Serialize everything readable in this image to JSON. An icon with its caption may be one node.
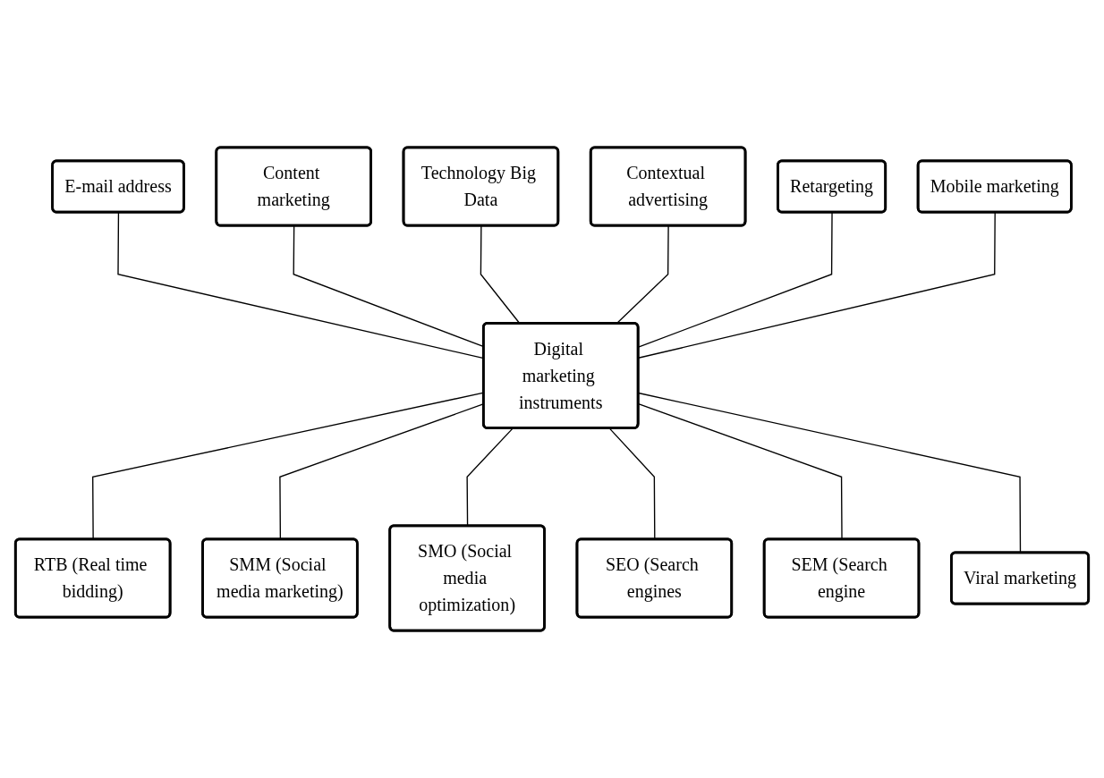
{
  "diagram": {
    "nodes": [
      {
        "text": [
          "Technology Big Data"
        ]
      },
      {
        "text": [
          "Contextual advertising"
        ]
      },
      {
        "text": [
          "Content marketing"
        ]
      },
      {
        "text": [
          "Retargeting"
        ]
      },
      {
        "text": [
          "E-mail address"
        ]
      },
      {
        "text": [
          "Digital marketing instruments"
        ]
      },
      {
        "text": [
          "Mobile marketing"
        ]
      },
      {
        "text": [
          "RTB (Real time bidding)"
        ]
      },
      {
        "text": [
          "Viral marketing"
        ]
      },
      {
        "text": [
          "SMM (Social media marketing)"
        ]
      },
      {
        "text": [
          "SMO (Social media optimization)"
        ]
      },
      {
        "text": [
          "SEO (Search engines"
        ]
      },
      {
        "text": [
          "SEM (Search engine"
        ]
      }
    ],
    "edges": [
      {
        "from": 4,
        "to": 5,
        "arrow": "none"
      },
      {
        "from": 2,
        "to": 5,
        "arrow": "none"
      },
      {
        "from": 0,
        "to": 5,
        "arrow": "none"
      },
      {
        "from": 1,
        "to": 5,
        "arrow": "none"
      },
      {
        "from": 3,
        "to": 5,
        "arrow": "none"
      },
      {
        "from": 6,
        "to": 5,
        "arrow": "none"
      },
      {
        "from": 5,
        "to": 7,
        "arrow": "none"
      },
      {
        "from": 5,
        "to": 9,
        "arrow": "none"
      },
      {
        "from": 5,
        "to": 10,
        "arrow": "none"
      },
      {
        "from": 5,
        "to": 11,
        "arrow": "none"
      },
      {
        "from": 5,
        "to": 12,
        "arrow": "none"
      },
      {
        "from": 5,
        "to": 8,
        "arrow": "none"
      }
    ]
  }
}
